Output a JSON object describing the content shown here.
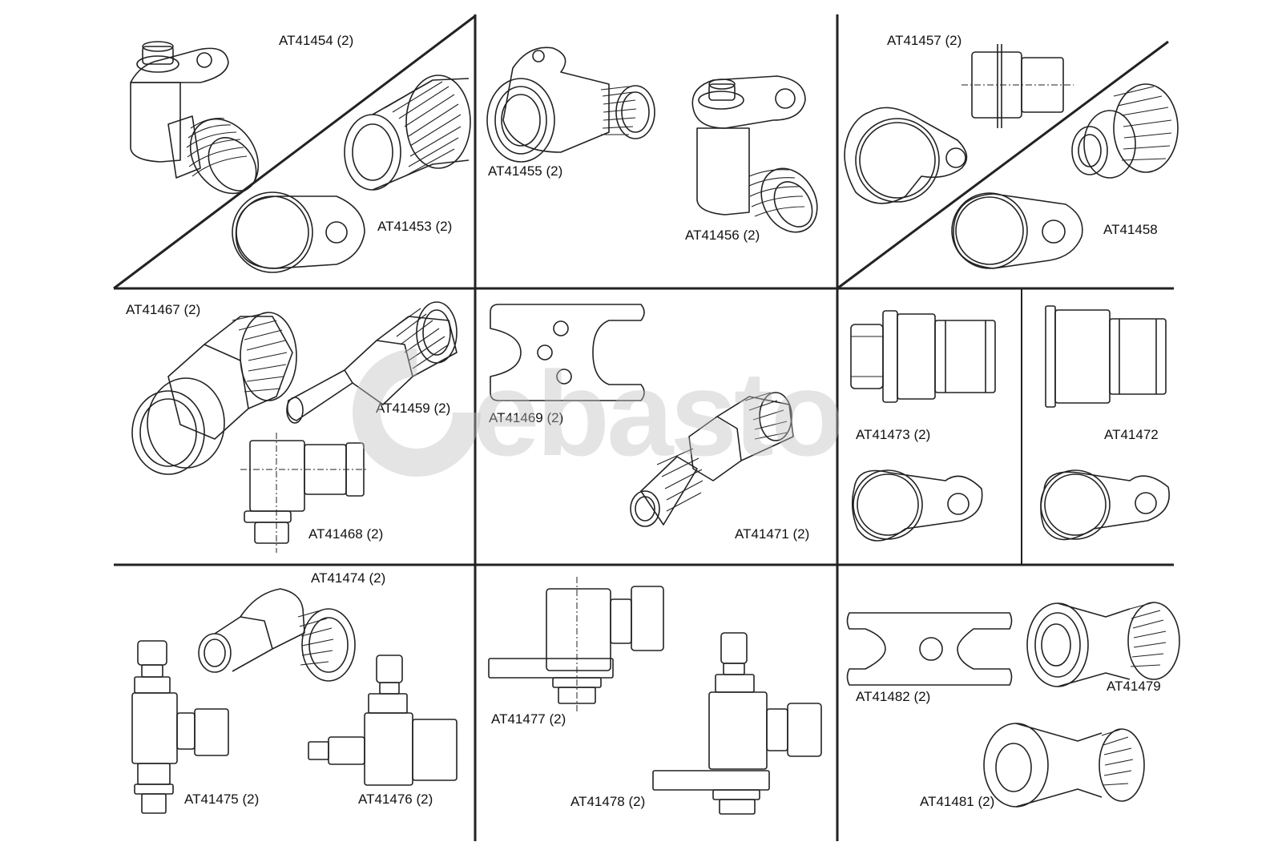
{
  "watermark": {
    "text": "ebasto",
    "color": "#bebebe"
  },
  "colors": {
    "line": "#222222",
    "background": "#ffffff"
  },
  "parts": {
    "p41454": "AT41454 (2)",
    "p41453": "AT41453 (2)",
    "p41455": "AT41455 (2)",
    "p41456": "AT41456 (2)",
    "p41457": "AT41457 (2)",
    "p41458": "AT41458",
    "p41467": "AT41467 (2)",
    "p41459": "AT41459 (2)",
    "p41468": "AT41468 (2)",
    "p41469": "AT41469 (2)",
    "p41471": "AT41471 (2)",
    "p41473": "AT41473 (2)",
    "p41472": "AT41472",
    "p41474": "AT41474 (2)",
    "p41475": "AT41475 (2)",
    "p41476": "AT41476 (2)",
    "p41477": "AT41477 (2)",
    "p41478": "AT41478 (2)",
    "p41482": "AT41482 (2)",
    "p41479": "AT41479",
    "p41481": "AT41481 (2)"
  }
}
